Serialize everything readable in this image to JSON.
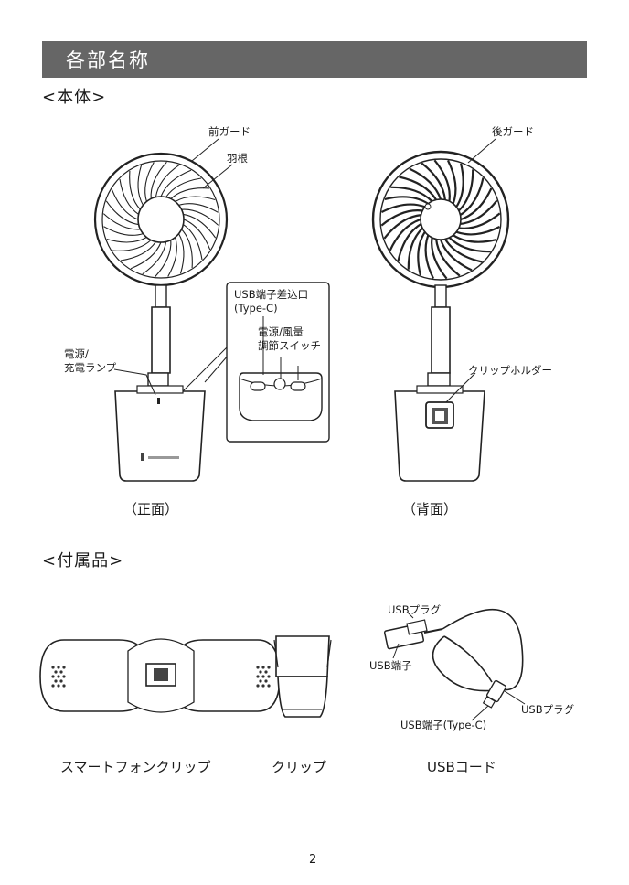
{
  "header": {
    "title": "各部名称"
  },
  "main_unit": {
    "heading": "<本体>",
    "labels": {
      "front_guard": "前ガード",
      "blades": "羽根",
      "rear_guard": "後ガード",
      "usb_port_line1": "USB端子差込口",
      "usb_port_line2": "(Type-C)",
      "power_switch_line1": "電源/風量",
      "power_switch_line2": "調節スイッチ",
      "lamp_line1": "電源/",
      "lamp_line2": "充電ランプ",
      "clip_holder": "クリップホルダー"
    },
    "captions": {
      "front": "（正面）",
      "back": "（背面）"
    }
  },
  "accessories": {
    "heading": "<付属品>",
    "labels": {
      "usb_plug_top": "USBプラグ",
      "usb_terminal": "USB端子",
      "usb_plug_right": "USBプラグ",
      "usb_terminal_typec": "USB端子(Type-C)"
    },
    "captions": {
      "smartphone_clip": "スマートフォンクリップ",
      "clip": "クリップ",
      "usb_cord": "USBコード"
    }
  },
  "footer": {
    "page_number": "2"
  }
}
